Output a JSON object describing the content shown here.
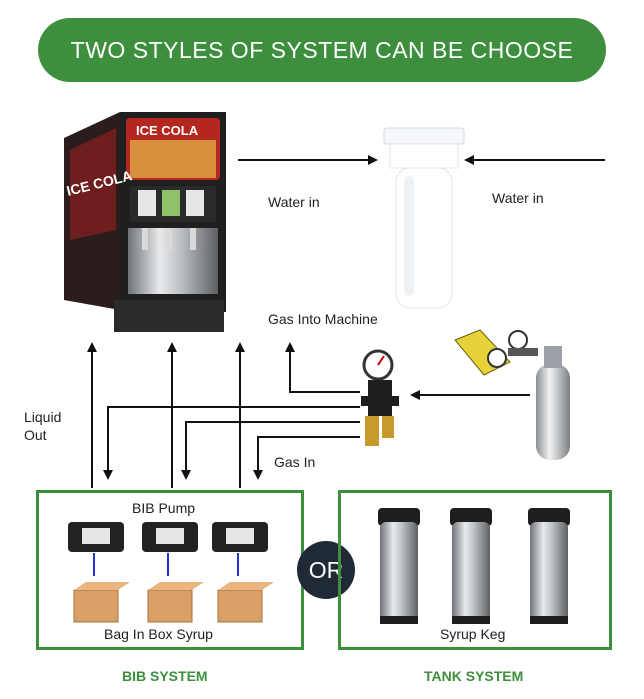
{
  "header": {
    "title": "TWO STYLES OF SYSTEM CAN BE CHOOSE"
  },
  "machine": {
    "brand_front": "ICE COLA",
    "brand_side": "ICE COLA"
  },
  "labels": {
    "water_in_left": "Water in",
    "water_in_right": "Water in",
    "gas_into_machine": "Gas Into Machine",
    "liquid_out": "Liquid\nOut",
    "gas_in": "Gas In"
  },
  "bib": {
    "pump_label": "BIB Pump",
    "syrup_label": "Bag In Box Syrup",
    "system_title": "BIB SYSTEM"
  },
  "tank": {
    "keg_label": "Syrup Keg",
    "system_title": "TANK SYSTEM"
  },
  "or_badge": "OR",
  "colors": {
    "brand_green": "#3d8f3e",
    "or_badge": "#1f2a36",
    "arrow": "#111111"
  }
}
